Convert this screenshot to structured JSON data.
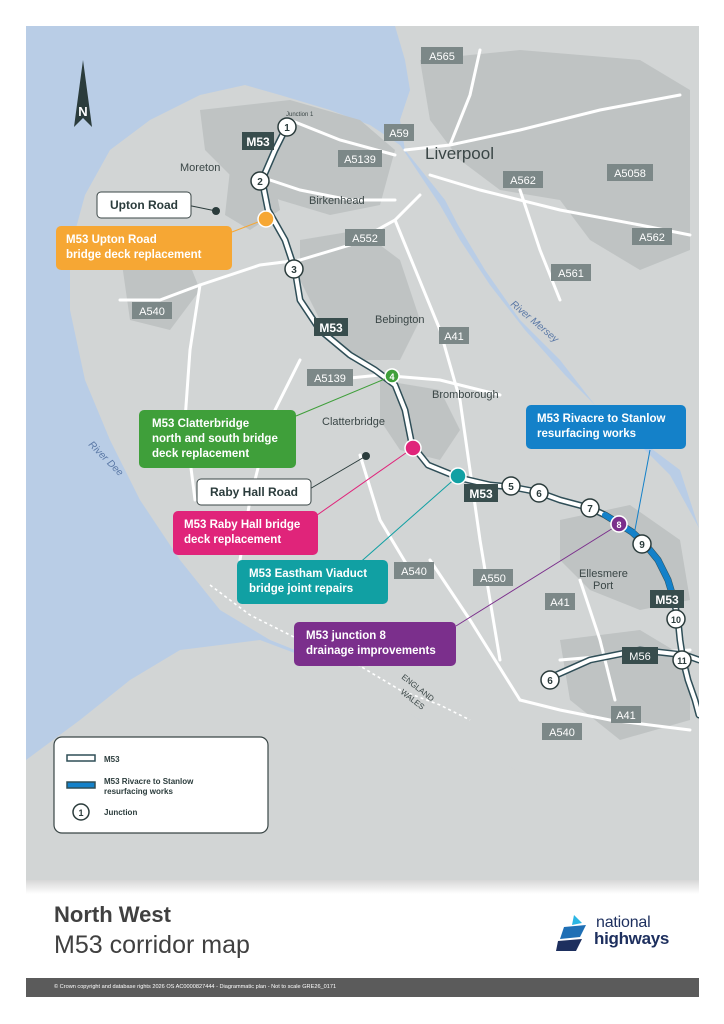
{
  "map": {
    "north_label": "N",
    "junction_1_caption": "Junction 1",
    "places": {
      "liverpool": "Liverpool",
      "moreton": "Moreton",
      "birkenhead": "Birkenhead",
      "bebington": "Bebington",
      "bromborough": "Bromborough",
      "clatterbridge": "Clatterbridge",
      "ellesmere_port_1": "Ellesmere",
      "ellesmere_port_2": "Port",
      "england": "ENGLAND",
      "wales": "WALES"
    },
    "rivers": {
      "mersey": "River Mersey",
      "dee": "River Dee"
    },
    "road_labels": {
      "a565": "A565",
      "a59": "A59",
      "a5139_top": "A5139",
      "a562_a": "A562",
      "a5058": "A5058",
      "a562_b": "A562",
      "a552": "A552",
      "a561": "A561",
      "a540_west": "A540",
      "a41_north": "A41",
      "a5139_mid": "A5139",
      "a540_mid": "A540",
      "a550": "A550",
      "a41_mid": "A41",
      "a41_south": "A41",
      "a540_south": "A540",
      "m56": "M56"
    },
    "m53_shields": {
      "top": "M53",
      "mid": "M53",
      "lower": "M53",
      "east": "M53"
    },
    "junctions": [
      "1",
      "2",
      "3",
      "4",
      "5",
      "6",
      "7",
      "8",
      "9",
      "10",
      "11",
      "6"
    ],
    "place_callouts": {
      "upton_road": "Upton Road",
      "raby_hall_road": "Raby Hall Road"
    },
    "works": {
      "upton": {
        "line1": "M53 Upton Road",
        "line2": "bridge deck replacement",
        "color": "#f6a734"
      },
      "clatterbridge": {
        "line1": "M53 Clatterbridge",
        "line2": "north and south bridge",
        "line3": "deck replacement",
        "color": "#3f9f3a"
      },
      "raby": {
        "line1": "M53 Raby Hall bridge",
        "line2": "deck replacement",
        "color": "#e0247a"
      },
      "eastham": {
        "line1": "M53 Eastham Viaduct",
        "line2": "bridge joint repairs",
        "color": "#11a0a3"
      },
      "junction8": {
        "line1": "M53 junction 8",
        "line2": "drainage improvements",
        "color": "#7b2f8c"
      },
      "rivacre": {
        "line1": "M53 Rivacre to Stanlow",
        "line2": "resurfacing works",
        "color": "#1481c9"
      }
    },
    "legend": {
      "m53": "M53",
      "resurfacing_1": "M53 Rivacre to Stanlow",
      "resurfacing_2": "resurfacing works",
      "junction_symbol": "1",
      "junction_label": "Junction"
    },
    "colors": {
      "water": "#b9cde6",
      "land": "#d2d5d5",
      "town": "#bfc3c3",
      "road": "#ffffff",
      "motorway_fill": "#ffffff",
      "motorway_edge": "#2f4e57",
      "shield": "#384d4d",
      "resurfacing": "#1481c9"
    }
  },
  "footer": {
    "region": "North West",
    "title": "M53 corridor map",
    "copyright": "© Crown copyright and database rights 2026 OS AC0000827444 - Diagrammatic plan - Not to scale     GRE26_0171",
    "logo_word1": "national",
    "logo_word2": "highways"
  }
}
